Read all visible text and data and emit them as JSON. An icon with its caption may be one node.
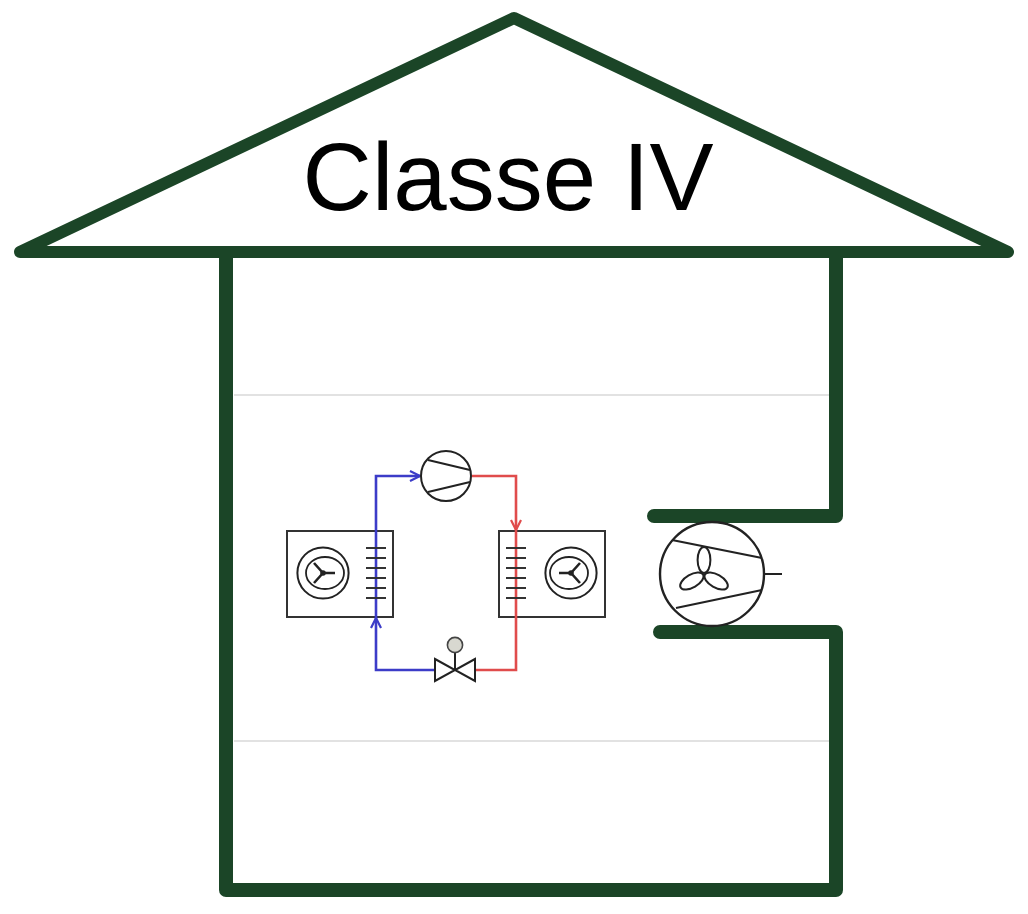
{
  "diagram": {
    "nodes": [
      {
        "text": [
          "Classe IV"
        ]
      },
      {
        "text": [],
        "shape": "box"
      },
      {
        "text": [],
        "shape": "circle"
      },
      {
        "text": [],
        "shape": "box"
      },
      {
        "text": [],
        "shape": "valve"
      }
    ],
    "edges": [
      {
        "from": 1,
        "to": 2,
        "arrow": "to",
        "color": "#3c3cc8"
      },
      {
        "from": 2,
        "to": 3,
        "arrow": "to",
        "color": "#e04c4c"
      },
      {
        "from": 3,
        "to": 4,
        "arrow": "none",
        "color": "#e04c4c"
      },
      {
        "from": 4,
        "to": 1,
        "arrow": "to",
        "color": "#3c3cc8"
      }
    ]
  }
}
